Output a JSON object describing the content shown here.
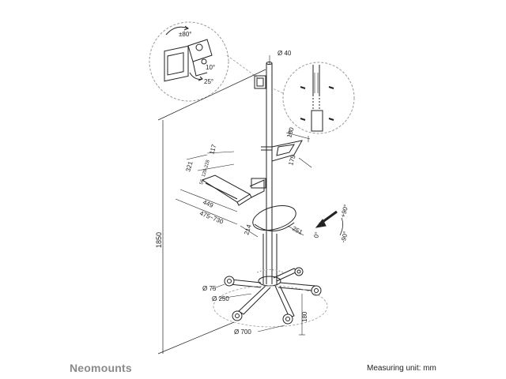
{
  "brand": "Neomounts",
  "footer": {
    "measuring_unit": "Measuring unit: mm"
  },
  "dimensions": {
    "total_height": "1850",
    "pole_diameter": "Ø 40",
    "tilt_angle": "±80°",
    "tilt_up": "10°",
    "tilt_down": "25°",
    "handle_width": "180",
    "handle_depth": "175",
    "keyboard_depth": "321",
    "keyboard_offset": "117",
    "keyboard_vesa": "56, 128-228",
    "keyboard_width": "449",
    "keyboard_range": "475~730",
    "mouse_depth": "214",
    "mouse_width": "251",
    "rotate_plus": "+90°",
    "rotate_zero": "0°",
    "rotate_minus": "-90°",
    "caster_diameter": "Ø 75",
    "base_inner": "Ø 250",
    "base_diameter": "Ø 700",
    "caster_height": "180"
  },
  "colors": {
    "line": "#222222",
    "brand": "#8a8a8a",
    "dashed": "#999999"
  }
}
